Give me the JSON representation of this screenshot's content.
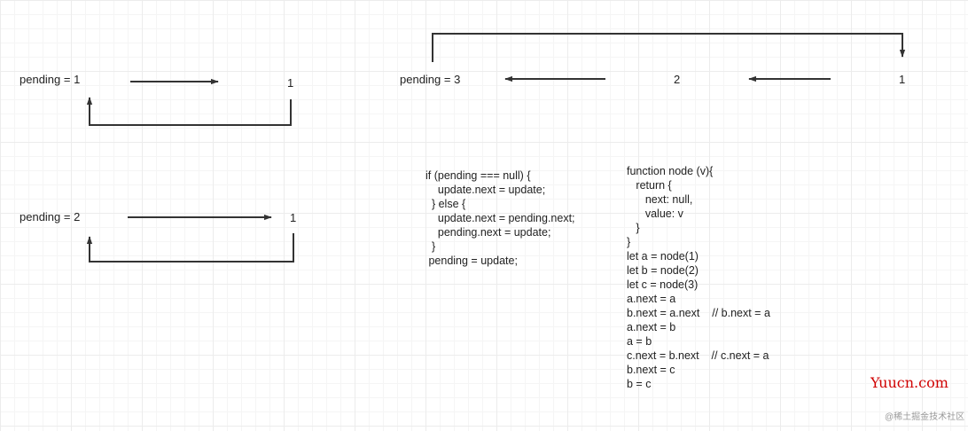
{
  "diagram1": {
    "label": "pending = 1",
    "node": "1"
  },
  "diagram2": {
    "label": "pending = 2",
    "node": "1"
  },
  "diagram3": {
    "label": "pending = 3",
    "node2": "2",
    "node1": "1"
  },
  "code_block_update": [
    "if (pending === null) {",
    "    update.next = update;",
    "  } else {",
    "    update.next = pending.next;",
    "    pending.next = update;",
    "  }",
    " pending = update;"
  ],
  "code_block_node": [
    "function node (v){",
    "   return {",
    "      next: null,",
    "      value: v",
    "   }",
    "}",
    "let a = node(1)",
    "let b = node(2)",
    "let c = node(3)",
    "a.next = a",
    "b.next = a.next    // b.next = a",
    "a.next = b",
    "a = b",
    "c.next = b.next    // c.next = a",
    "b.next = c",
    "b = c"
  ],
  "watermark": {
    "site": "Yuucn.com",
    "source": "@稀土掘金技术社区"
  },
  "colors": {
    "stroke": "#333333",
    "watermark": "#d00000"
  }
}
